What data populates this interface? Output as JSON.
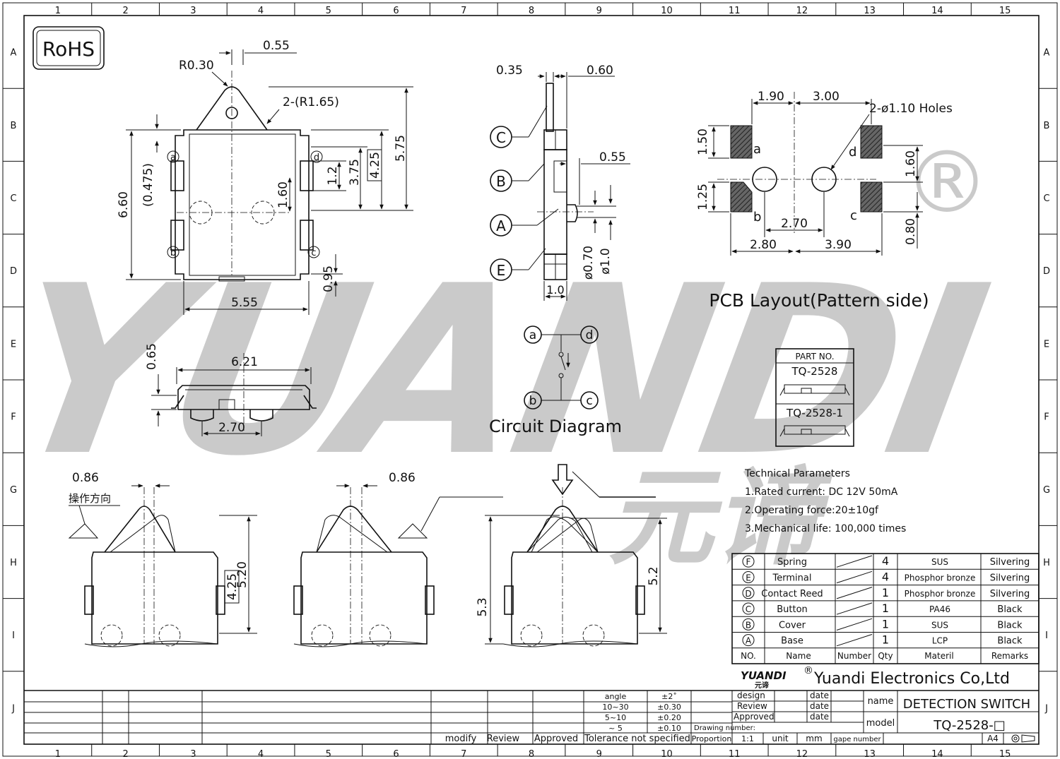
{
  "colors": {
    "ink": "#111111",
    "watermark_blue": "#6fa8dc",
    "watermark_green": "#8cc63f",
    "paper": "#ffffff"
  },
  "border": {
    "columns": [
      "1",
      "2",
      "3",
      "4",
      "5",
      "6",
      "7",
      "8",
      "9",
      "10",
      "11",
      "12",
      "13",
      "14",
      "15"
    ],
    "rows": [
      "A",
      "B",
      "C",
      "D",
      "E",
      "F",
      "G",
      "H",
      "I",
      "J"
    ]
  },
  "rohs": "RoHS",
  "watermark": {
    "brand": "YUANDI",
    "chinese": "元谛",
    "mark": "®"
  },
  "top_view": {
    "dims": {
      "top": "0.55",
      "r030": "R0.30",
      "r165": "2-(R1.65)",
      "d575": "5.75",
      "d425": "4.25",
      "d375": "3.75",
      "d12": "1.2",
      "d160": "1.60",
      "d660": "6.60",
      "d0475": "(0.475)",
      "d095": "0.95",
      "d555": "5.55"
    },
    "pins": {
      "a": "a",
      "b": "b",
      "c": "c",
      "d": "d"
    }
  },
  "side_view": {
    "dims": {
      "d035": "0.35",
      "d060": "0.60",
      "d055": "0.55",
      "d070": "ø0.70",
      "d10": "ø1.0",
      "w10": "1.0"
    },
    "callouts": {
      "C": "C",
      "B": "B",
      "A": "A",
      "E": "E"
    }
  },
  "pcb": {
    "dims": {
      "d190": "1.90",
      "d300": "3.00",
      "holes": "2-ø1.10  Holes",
      "d150": "1.50",
      "d125": "1.25",
      "d160": "1.60",
      "d080": "0.80",
      "d270": "2.70",
      "d280": "2.80",
      "d390": "3.90"
    },
    "pads": {
      "a": "a",
      "b": "b",
      "c": "c",
      "d": "d"
    },
    "caption": "PCB  Layout(Pattern  side)"
  },
  "bottom_view": {
    "dims": {
      "d065": "0.65",
      "d621": "6.21",
      "d270": "2.70"
    }
  },
  "circuit": {
    "caption": "Circuit  Diagram",
    "nodes": {
      "a": "a",
      "b": "b",
      "c": "c",
      "d": "d"
    }
  },
  "part_no": {
    "header": "PART  NO.",
    "p1": "TQ-2528",
    "p2": "TQ-2528-1"
  },
  "operation": {
    "left_dim": "0.86",
    "left_label": "操作方向",
    "left_h1": "4.25",
    "left_h2": "5.20",
    "mid_dim": "0.86",
    "right_h1": "5.3",
    "right_h2": "5.2"
  },
  "tech": {
    "title": "Technical  Parameters",
    "lines": [
      "1.Rated  current:  DC  12V  50mA",
      "2.Operating  force:20±10gf",
      "3.Mechanical  life:  100,000  times"
    ]
  },
  "bom": {
    "rows": [
      {
        "no": "F",
        "name": "Spring",
        "qty": "4",
        "material": "SUS",
        "remarks": "Silvering"
      },
      {
        "no": "E",
        "name": "Terminal",
        "qty": "4",
        "material": "Phosphor  bronze",
        "remarks": "Silvering"
      },
      {
        "no": "D",
        "name": "Contact  Reed",
        "qty": "1",
        "material": "Phosphor  bronze",
        "remarks": "Silvering"
      },
      {
        "no": "C",
        "name": "Button",
        "qty": "1",
        "material": "PA46",
        "remarks": "Black"
      },
      {
        "no": "B",
        "name": "Cover",
        "qty": "1",
        "material": "SUS",
        "remarks": "Black"
      },
      {
        "no": "A",
        "name": "Base",
        "qty": "1",
        "material": "LCP",
        "remarks": "Black"
      }
    ],
    "header": {
      "no": "NO.",
      "name": "Name",
      "number": "Number",
      "qty": "Qty",
      "material": "Materil",
      "remarks": "Remarks"
    }
  },
  "company": {
    "logo": "YUANDI",
    "logo_cn": "元谛",
    "reg": "®",
    "name": "Yuandi  Electronics  Co,Ltd"
  },
  "title_block": {
    "name_label": "name",
    "name_value": "DETECTION  SWITCH",
    "model_label": "model",
    "model_value": "TQ-2528-□",
    "design": "design",
    "review": "Review",
    "approved": "Approved",
    "date": "date",
    "drawing_number": "Drawing  number:",
    "proportion": "Proportion",
    "scale": "1:1",
    "unit": "unit",
    "unit_value": "mm",
    "gape": "gape  number",
    "size": "A4"
  },
  "tolerance": {
    "rows": [
      {
        "range": "angle",
        "tol": "±2˚"
      },
      {
        "range": "10~30",
        "tol": "±0.30"
      },
      {
        "range": "5~10",
        "tol": "±0.20"
      },
      {
        "range": "~ 5",
        "tol": "±0.10"
      }
    ],
    "footer": "Tolerance  not  specified"
  },
  "revision": {
    "modify": "modify",
    "review": "Review",
    "approved": "Approved"
  }
}
